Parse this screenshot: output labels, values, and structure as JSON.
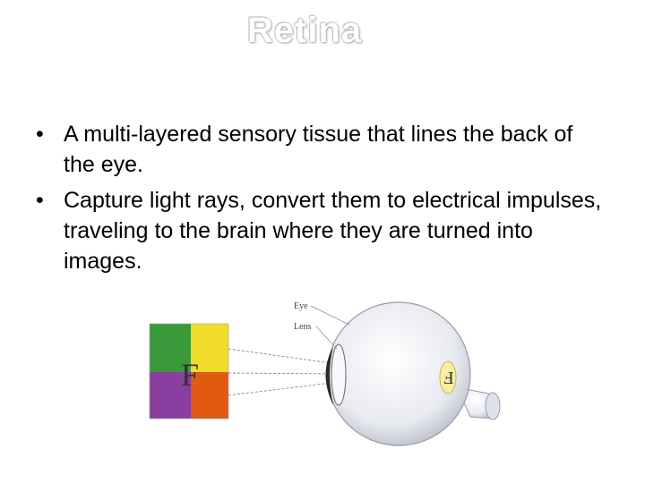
{
  "slide": {
    "title": "Retina",
    "bullets": [
      "A multi-layered sensory tissue that lines the back of the eye.",
      "Capture light rays, convert them to electrical impulses, traveling to the brain where they are turned into images."
    ],
    "bullet_glyph": "•"
  },
  "diagram": {
    "labels": {
      "eye": "Eye",
      "lens": "Lens"
    },
    "object_letter": "F",
    "image_letter": "F",
    "colors": {
      "green": "#3a9a3a",
      "yellow": "#f2dc2a",
      "purple": "#8a3fa0",
      "orange": "#e05a10",
      "eyeball": "#e6e8ee",
      "pupil": "#2a2a2a"
    }
  }
}
